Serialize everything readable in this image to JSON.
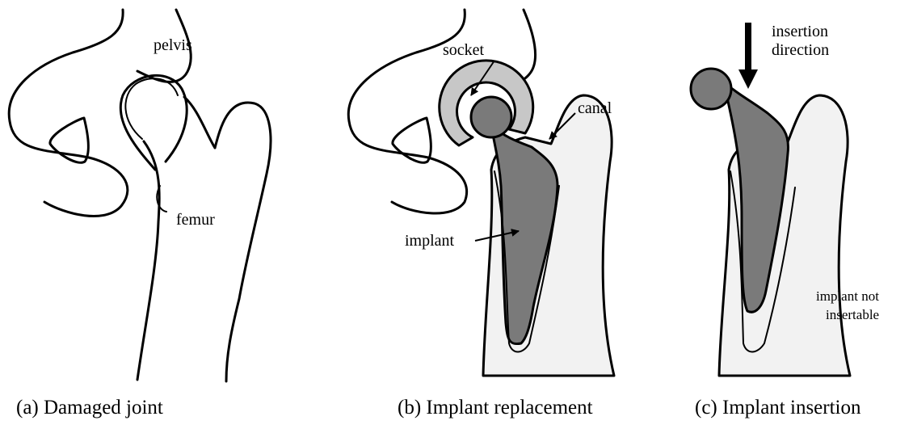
{
  "panels": {
    "a": {
      "caption": "(a) Damaged joint",
      "labels": {
        "pelvis": "pelvis",
        "femur": "femur"
      }
    },
    "b": {
      "caption": "(b) Implant replacement",
      "labels": {
        "socket": "socket",
        "canal": "canal",
        "implant": "implant"
      }
    },
    "c": {
      "caption": "(c) Implant insertion",
      "labels": {
        "direction_line1": "insertion",
        "direction_line2": "direction",
        "note_line1": "implant not",
        "note_line2": "insertable"
      }
    }
  },
  "colors": {
    "implant_fill": "#7a7a7a",
    "socket_fill": "#c7c7c7",
    "bone_fill": "#f2f2f2",
    "outline": "#000000"
  }
}
